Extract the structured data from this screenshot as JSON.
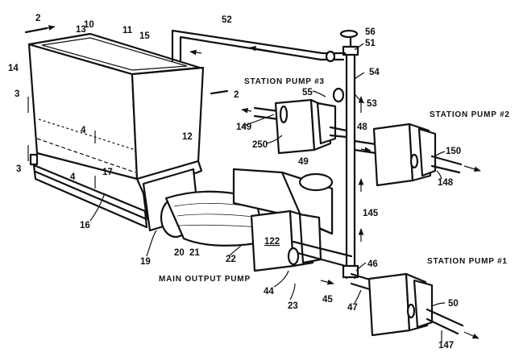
{
  "captions": {
    "station_pump_3": "STATION PUMP #3",
    "station_pump_2": "STATION PUMP #2",
    "station_pump_1": "STATION PUMP #1",
    "main_output_pump": "MAIN OUTPUT PUMP"
  },
  "refs": {
    "r2_top": "2",
    "r2_mid": "2",
    "r3_top": "3",
    "r3_bot": "3",
    "r4_top": "4",
    "r4_bot": "4",
    "r10": "10",
    "r11": "11",
    "r12": "12",
    "r13": "13",
    "r14": "14",
    "r15": "15",
    "r16": "16",
    "r17": "17",
    "r19": "19",
    "r20": "20",
    "r21": "21",
    "r22": "22",
    "r23": "23",
    "r44": "44",
    "r45": "45",
    "r46": "46",
    "r47": "47",
    "r48": "48",
    "r49": "49",
    "r50": "50",
    "r51": "51",
    "r52": "52",
    "r53": "53",
    "r54": "54",
    "r55": "55",
    "r56": "56",
    "r122": "122",
    "r145": "145",
    "r147": "147",
    "r148": "148",
    "r149": "149",
    "r150": "150",
    "r250": "250"
  }
}
